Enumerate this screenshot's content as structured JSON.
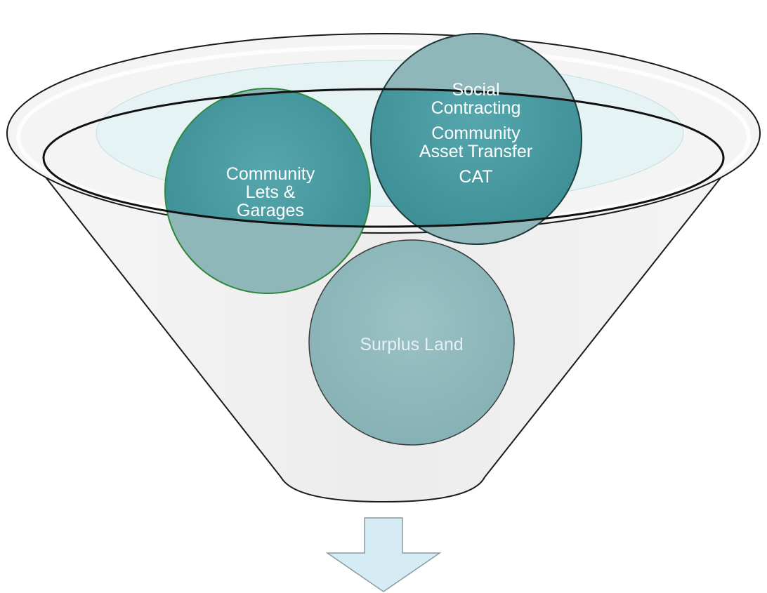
{
  "diagram": {
    "type": "funnel",
    "circles": [
      {
        "id": "community-lets",
        "lines": [
          "Community",
          "Lets &",
          "Garages"
        ]
      },
      {
        "id": "social-contracting",
        "lines": [
          "Social",
          "Contracting"
        ],
        "lines2": [
          "Community",
          "Asset Transfer"
        ],
        "lines3": [
          "CAT"
        ]
      },
      {
        "id": "surplus-land",
        "lines": [
          "Surplus Land"
        ]
      }
    ]
  },
  "colors": {
    "teal_dark": "#4a9aa2",
    "teal_light": "#8fb8bc",
    "funnel_fill": "#eeeeee",
    "funnel_stroke": "#1a1a1a",
    "arrow_fill": "#d6ecf5",
    "arrow_stroke": "#8a9aa3",
    "inner_ellipse": "#e6f3f4"
  }
}
